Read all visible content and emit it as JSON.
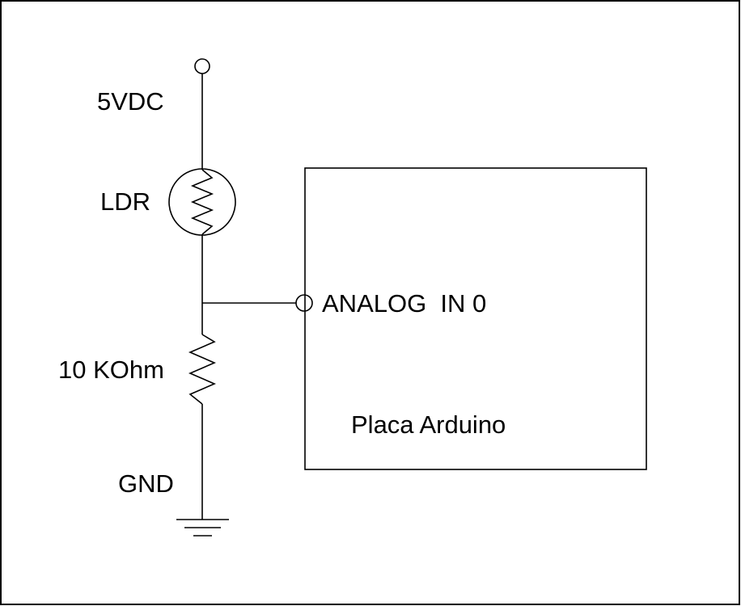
{
  "labels": {
    "supply": "5VDC",
    "ldr": "LDR",
    "resistor": "10 KOhm",
    "ground": "GND",
    "analog_pin": "ANALOG  IN 0",
    "board": "Placa Arduino"
  },
  "colors": {
    "stroke": "#000000",
    "background": "#ffffff"
  }
}
